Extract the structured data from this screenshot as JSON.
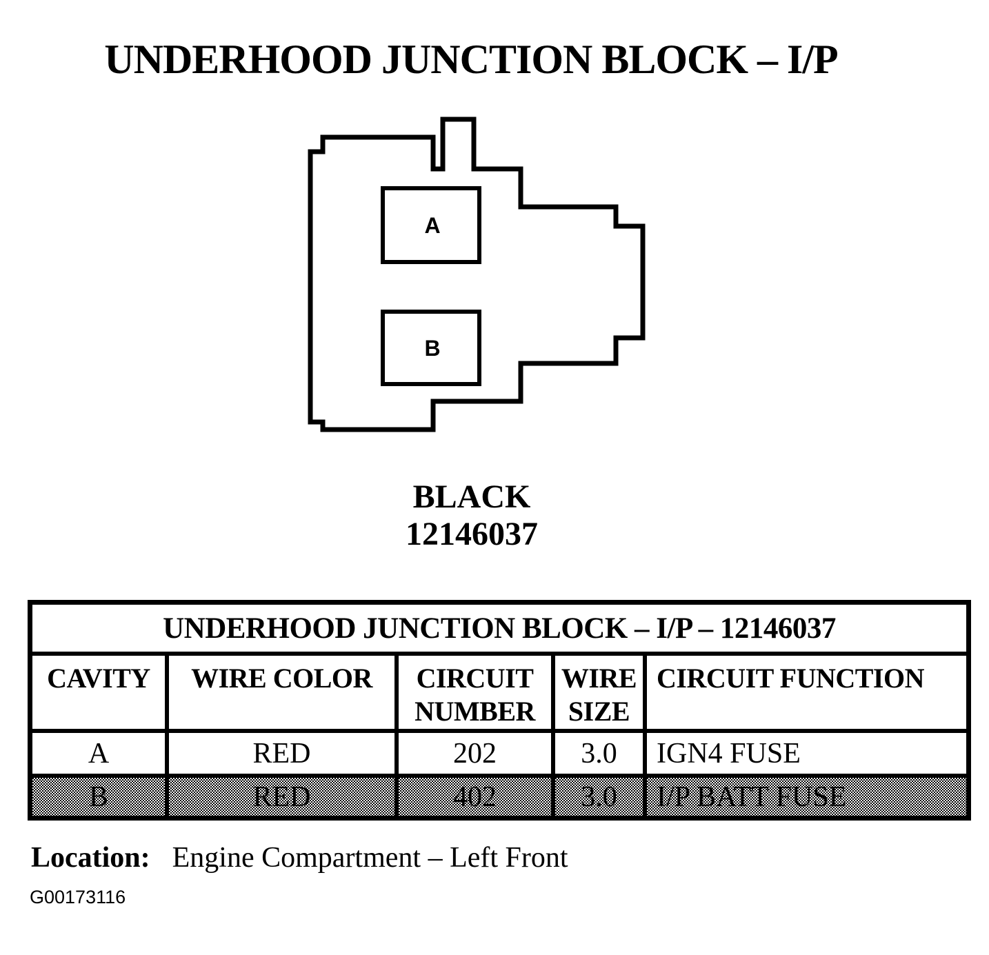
{
  "page": {
    "title": "UNDERHOOD JUNCTION BLOCK – I/P",
    "figure_id": "G00173116"
  },
  "connector": {
    "color_label": "BLACK",
    "part_number": "12146037",
    "cavity_a_label": "A",
    "cavity_b_label": "B"
  },
  "table": {
    "title": "UNDERHOOD JUNCTION BLOCK – I/P – 12146037",
    "columns": [
      "CAVITY",
      "WIRE COLOR",
      "CIRCUIT\nNUMBER",
      "WIRE\nSIZE",
      "CIRCUIT FUNCTION"
    ],
    "rows": [
      {
        "cavity": "A",
        "wire_color": "RED",
        "circuit_number": "202",
        "wire_size": "3.0",
        "circuit_function": "IGN4 FUSE",
        "shaded": false
      },
      {
        "cavity": "B",
        "wire_color": "RED",
        "circuit_number": "402",
        "wire_size": "3.0",
        "circuit_function": "I/P BATT FUSE",
        "shaded": true
      }
    ]
  },
  "location": {
    "label": "Location:",
    "value": "Engine Compartment – Left Front"
  },
  "colors": {
    "ink": "#000000",
    "paper": "#ffffff"
  }
}
